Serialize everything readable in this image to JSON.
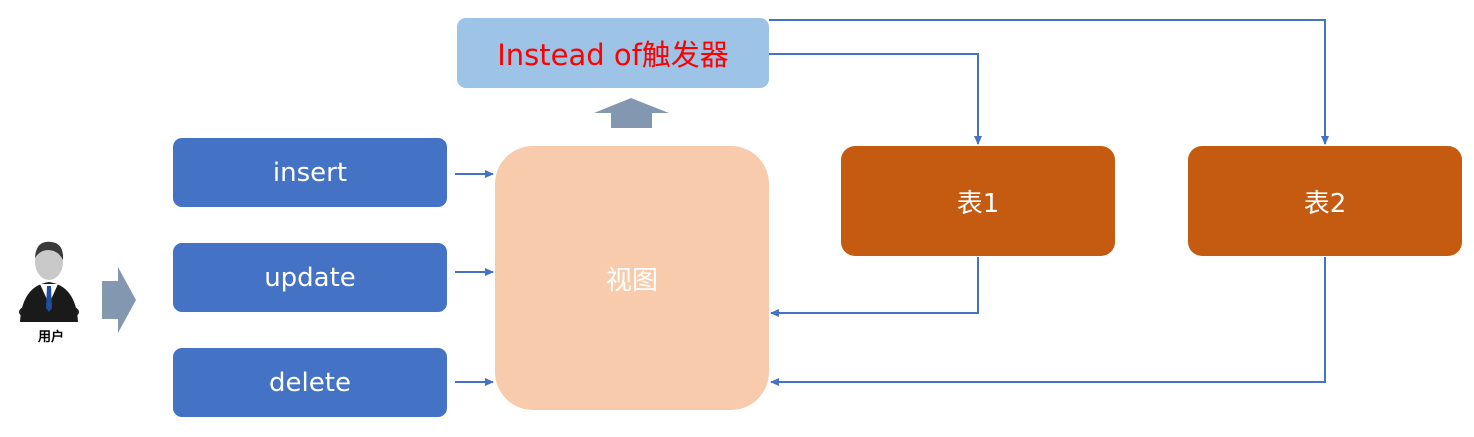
{
  "corner_mark": "",
  "user": {
    "label": "用户"
  },
  "operations": [
    "insert",
    "update",
    "delete"
  ],
  "trigger": {
    "label": "Instead of触发器"
  },
  "view": {
    "label": "视图"
  },
  "tables": [
    "表1",
    "表2"
  ],
  "colors": {
    "operation_fill": "#4472c4",
    "trigger_fill": "#9dc3e6",
    "trigger_text": "#ff0000",
    "view_fill": "#f8cbad",
    "table_fill": "#c55a11",
    "connector": "#4472c4",
    "big_arrow": "#8497b0"
  }
}
